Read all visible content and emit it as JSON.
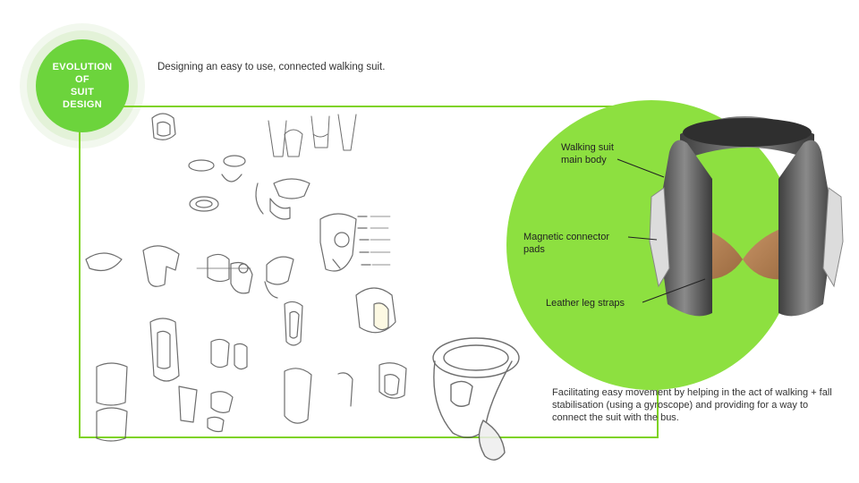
{
  "badge": {
    "title": "EVOLUTION\nOF\nSUIT\nDESIGN"
  },
  "subtitle": "Designing an easy to use, connected walking suit.",
  "callouts": {
    "main_body": "Walking suit\nmain body",
    "connector": "Magnetic connector\npads",
    "straps": "Leather leg straps"
  },
  "description": "Facilitating easy movement by helping in the act of walking + fall stabilisation (using a gyroscope) and providing for a way to connect the suit with the bus.",
  "colors": {
    "accent": "#6cd43c",
    "circle": "#8de040",
    "frame": "#7ed321",
    "leather": "#b98558",
    "metal": "#5b5b5b"
  }
}
